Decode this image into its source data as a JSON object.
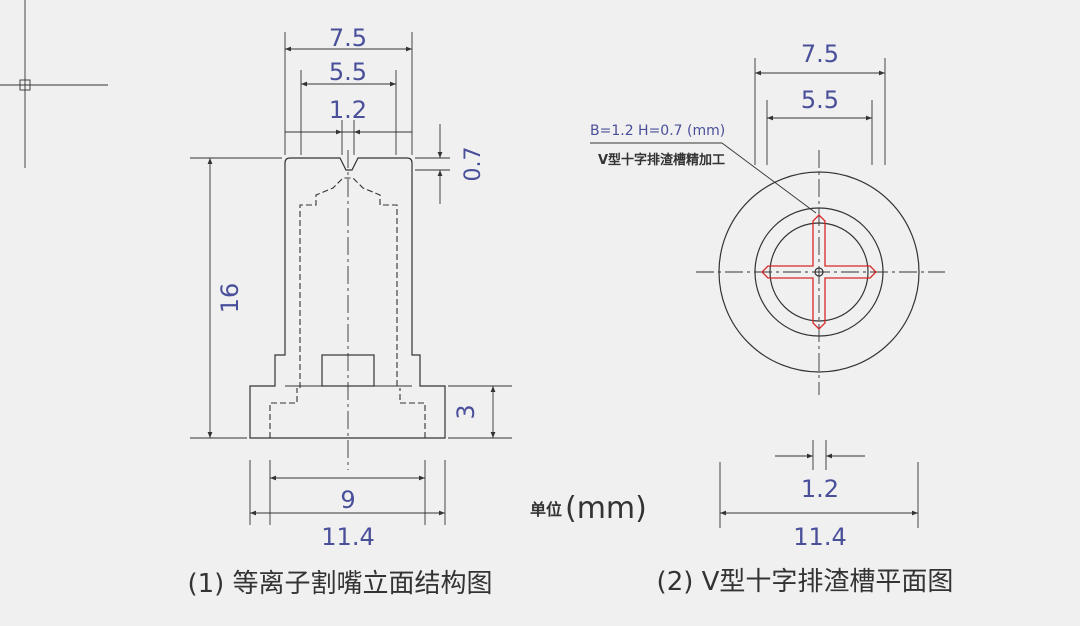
{
  "colors": {
    "background": "#f0f0f0",
    "line": "#333333",
    "dimension_text": "#4a4f9a",
    "groove": "#d8282a"
  },
  "left_view": {
    "caption": "(1) 等离子割嘴立面结构图",
    "dims": {
      "top_outer": "7.5",
      "top_inner": "5.5",
      "slot": "1.2",
      "groove_depth": "0.7",
      "height": "16",
      "base_height": "3",
      "bottom_inner": "9",
      "bottom_outer": "11.4"
    }
  },
  "right_view": {
    "caption": "(2) V型十字排渣槽平面图",
    "dims": {
      "top_outer": "7.5",
      "top_inner": "5.5",
      "slot": "1.2",
      "bottom_outer": "11.4"
    },
    "leader_line1": "B=1.2  H=0.7 (mm)",
    "leader_line2": "V型十字排渣槽精加工"
  },
  "unit_label": "单位",
  "unit_value": "(mm)"
}
